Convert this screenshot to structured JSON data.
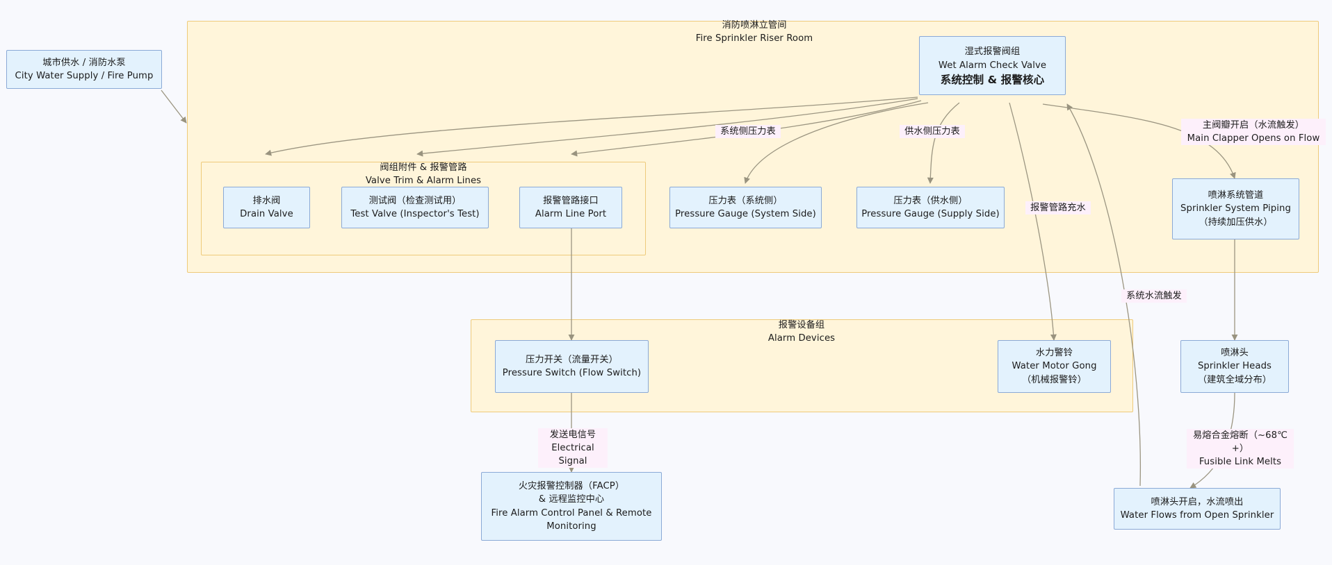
{
  "diagram": {
    "title_cn": "消防喷淋立管间",
    "title_en": "Fire Sprinkler Riser Room",
    "colors": {
      "canvas_bg": "#f8f9fd",
      "cluster_fill": "#fff5da",
      "cluster_stroke": "#eeca7a",
      "node_fill": "#e3f2fd",
      "node_stroke": "#8aa9d6",
      "edge_stroke": "#9b9581",
      "edge_label_bg": "#fdf0fb",
      "text": "#1b1b1b"
    }
  },
  "clusters": {
    "riser_room": {
      "label": "消防喷淋立管间\nFire Sprinkler Riser Room"
    },
    "valve_trim": {
      "label": "阀组附件 & 报警管路\nValve Trim & Alarm Lines"
    },
    "alarm_devices": {
      "label": "报警设备组\nAlarm Devices"
    }
  },
  "nodes": {
    "city_water": {
      "label": "城市供水 / 消防水泵\nCity Water Supply / Fire Pump"
    },
    "wet_alarm_valve": {
      "line1": "湿式报警阀组",
      "line2": "Wet Alarm Check Valve",
      "line3": "系统控制 & 报警核心"
    },
    "drain_valve": {
      "label": "排水阀\nDrain Valve"
    },
    "test_valve": {
      "label": "测试阀（检查测试用）\nTest Valve (Inspector's Test)"
    },
    "alarm_line_port": {
      "label": "报警管路接口\nAlarm Line Port"
    },
    "gauge_system": {
      "label": "压力表（系统侧）\nPressure Gauge (System Side)"
    },
    "gauge_supply": {
      "label": "压力表（供水侧）\nPressure Gauge (Supply Side)"
    },
    "sprinkler_piping": {
      "label": "喷淋系统管道\nSprinkler System Piping\n（持续加压供水）"
    },
    "pressure_switch": {
      "label": "压力开关（流量开关）\nPressure Switch (Flow Switch)"
    },
    "water_motor_gong": {
      "label": "水力警铃\nWater Motor Gong\n（机械报警铃）"
    },
    "sprinkler_heads": {
      "label": "喷淋头\nSprinkler Heads\n（建筑全域分布）"
    },
    "facp": {
      "label": "火灾报警控制器（FACP）\n& 远程监控中心\nFire Alarm Control Panel & Remote\nMonitoring"
    },
    "water_flows": {
      "label": "喷淋头开启，水流喷出\nWater Flows from Open Sprinkler"
    }
  },
  "edge_labels": {
    "system_gauge": "系统侧压力表",
    "supply_gauge": "供水侧压力表",
    "main_clapper": "主阀瓣开启（水流触发）\nMain Clapper Opens on Flow",
    "alarm_line_fill": "报警管路充水",
    "system_flow_trigger": "系统水流触发",
    "electrical_signal": "发送电信号\nElectrical Signal",
    "fusible_link": "易熔合金熔断（~68℃+）\nFusible Link Melts"
  }
}
